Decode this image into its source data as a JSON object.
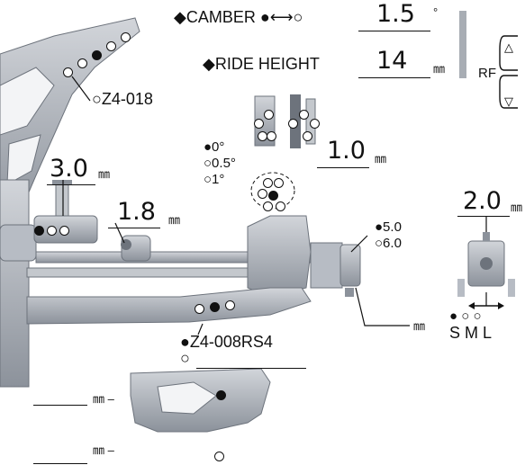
{
  "camber": {
    "label": "◆CAMBER ●⟷○",
    "value": "1.5",
    "unit": "°"
  },
  "ride_height": {
    "label": "◆RIDE HEIGHT",
    "value": "14",
    "unit": "㎜"
  },
  "side_label": "RF",
  "parts": {
    "upper": "○Z4-018",
    "arm": "●Z4-008RS4",
    "arm_alt": "○"
  },
  "angle_options": [
    "●0°",
    "○0.5°",
    "○1°"
  ],
  "spacer_top": {
    "value": "1.0",
    "unit": "㎜"
  },
  "shock_spacer": {
    "value": "3.0",
    "unit": "㎜"
  },
  "link_spacer": {
    "value": "1.8",
    "unit": "㎜"
  },
  "bump_spacer": {
    "value": "2.0",
    "unit": "㎜"
  },
  "hub_options": [
    "●5.0",
    "○6.0"
  ],
  "hub_unit": "㎜",
  "sml": {
    "dots": "● ○ ○",
    "labels": "S  M  L"
  },
  "lower_arm_units": [
    "㎜ –",
    "㎜ –"
  ],
  "colors": {
    "line": "#111111",
    "part_gray": "#9ea4ad",
    "highlight_gray": "#c4c8cd"
  }
}
